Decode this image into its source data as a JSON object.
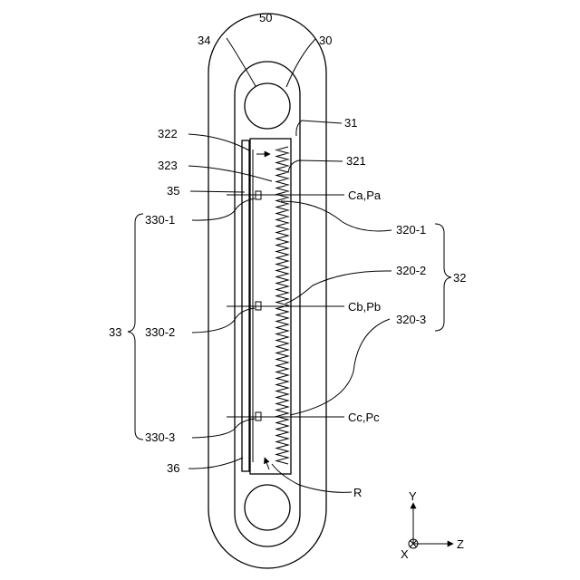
{
  "labels": {
    "l50": "50",
    "l34": "34",
    "l30": "30",
    "l31": "31",
    "l322": "322",
    "l321": "321",
    "l323": "323",
    "l35": "35",
    "lCaPa": "Ca,Pa",
    "l330_1": "330-1",
    "l320_1": "320-1",
    "l320_2": "320-2",
    "l32": "32",
    "l33": "33",
    "l330_2": "330-2",
    "lCbPb": "Cb,Pb",
    "l320_3": "320-3",
    "lCcPc": "Cc,Pc",
    "l330_3": "330-3",
    "l36": "36",
    "lR": "R",
    "axisY": "Y",
    "axisX": "X",
    "axisZ": "Z"
  }
}
